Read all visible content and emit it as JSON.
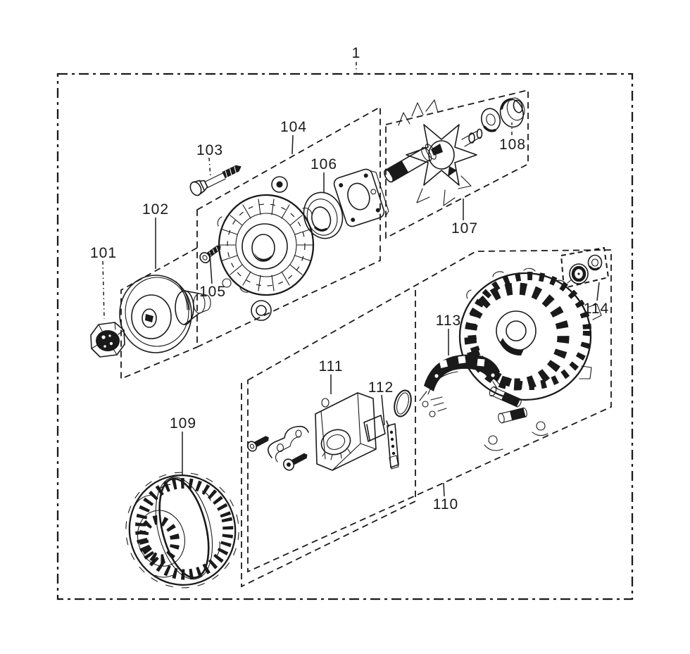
{
  "figure": {
    "background": "#ffffff",
    "ink": "#1a1a1a",
    "callouts": {
      "c1": {
        "text": "1"
      },
      "c101": {
        "text": "101"
      },
      "c102": {
        "text": "102"
      },
      "c103": {
        "text": "103"
      },
      "c104": {
        "text": "104"
      },
      "c105": {
        "text": "105"
      },
      "c106": {
        "text": "106"
      },
      "c107": {
        "text": "107"
      },
      "c108": {
        "text": "108"
      },
      "c109": {
        "text": "109"
      },
      "c110": {
        "text": "110"
      },
      "c111": {
        "text": "111"
      },
      "c112": {
        "text": "112"
      },
      "c113": {
        "text": "113"
      },
      "c114": {
        "text": "114"
      }
    }
  }
}
